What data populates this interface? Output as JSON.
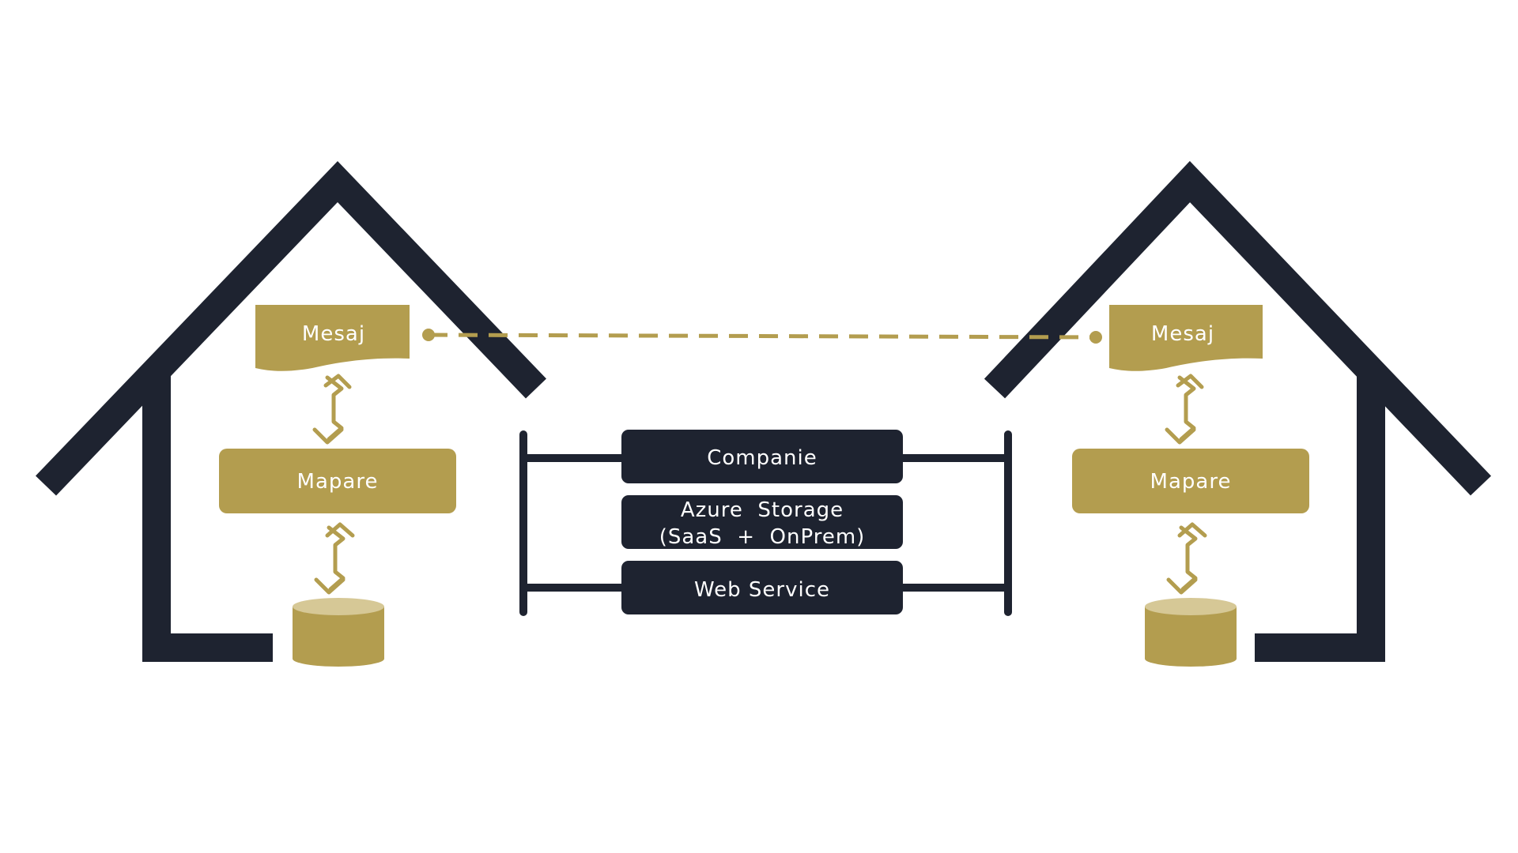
{
  "colors": {
    "dark": "#1e2330",
    "gold": "#b39d4f",
    "gold_light": "#d6c896",
    "text_on_box": "#ffffff",
    "background": "#ffffff"
  },
  "left_house": {
    "message_label": "Mesaj",
    "mapping_label": "Mapare",
    "database_icon": "database-icon"
  },
  "right_house": {
    "message_label": "Mesaj",
    "mapping_label": "Mapare",
    "database_icon": "database-icon"
  },
  "center_rack": {
    "items": [
      {
        "label": "Companie"
      },
      {
        "label_line1": "Azure  Storage",
        "label_line2": "(SaaS  +  OnPrem)"
      },
      {
        "label": "Web Service"
      }
    ]
  },
  "connector": {
    "style": "dashed",
    "from": "left_house.message",
    "to": "right_house.message"
  }
}
